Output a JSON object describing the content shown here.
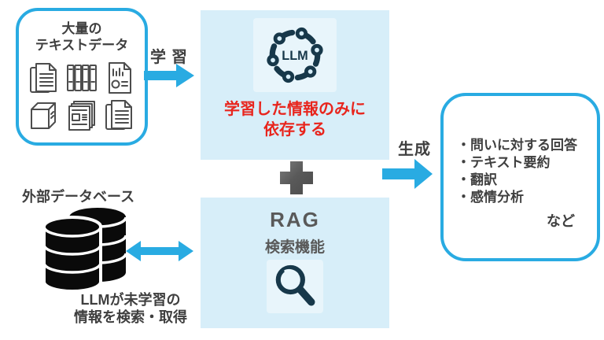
{
  "colors": {
    "accent": "#29abe2",
    "panel": "#d7eef9",
    "text_dark": "#3f3f3f",
    "text_gray": "#595959",
    "red": "#e8251d",
    "icon_dark": "#17384a",
    "db_black": "#0a0a0a",
    "plus_gray": "#5a5a5a"
  },
  "input_box": {
    "title_line1": "大量の",
    "title_line2": "テキストデータ",
    "icon_names": [
      "documents-icon",
      "binders-icon",
      "report-chart-icon",
      "book-icon",
      "newspapers-icon",
      "documents-icon"
    ]
  },
  "learn_label": "学習",
  "llm_box": {
    "icon_label": "LLM",
    "caption_line1": "学習した情報のみに",
    "caption_line2": "依存する"
  },
  "rag_box": {
    "title": "RAG",
    "subtitle": "検索機能"
  },
  "database": {
    "label": "外部データベース",
    "caption_line1": "LLMが未学習の",
    "caption_line2": "情報を検索・取得"
  },
  "generate_label": "生成",
  "output_box": {
    "items": [
      "・問いに対する回答",
      "・テキスト要約",
      "・翻訳",
      "・感情分析"
    ],
    "etc_label": "など"
  }
}
